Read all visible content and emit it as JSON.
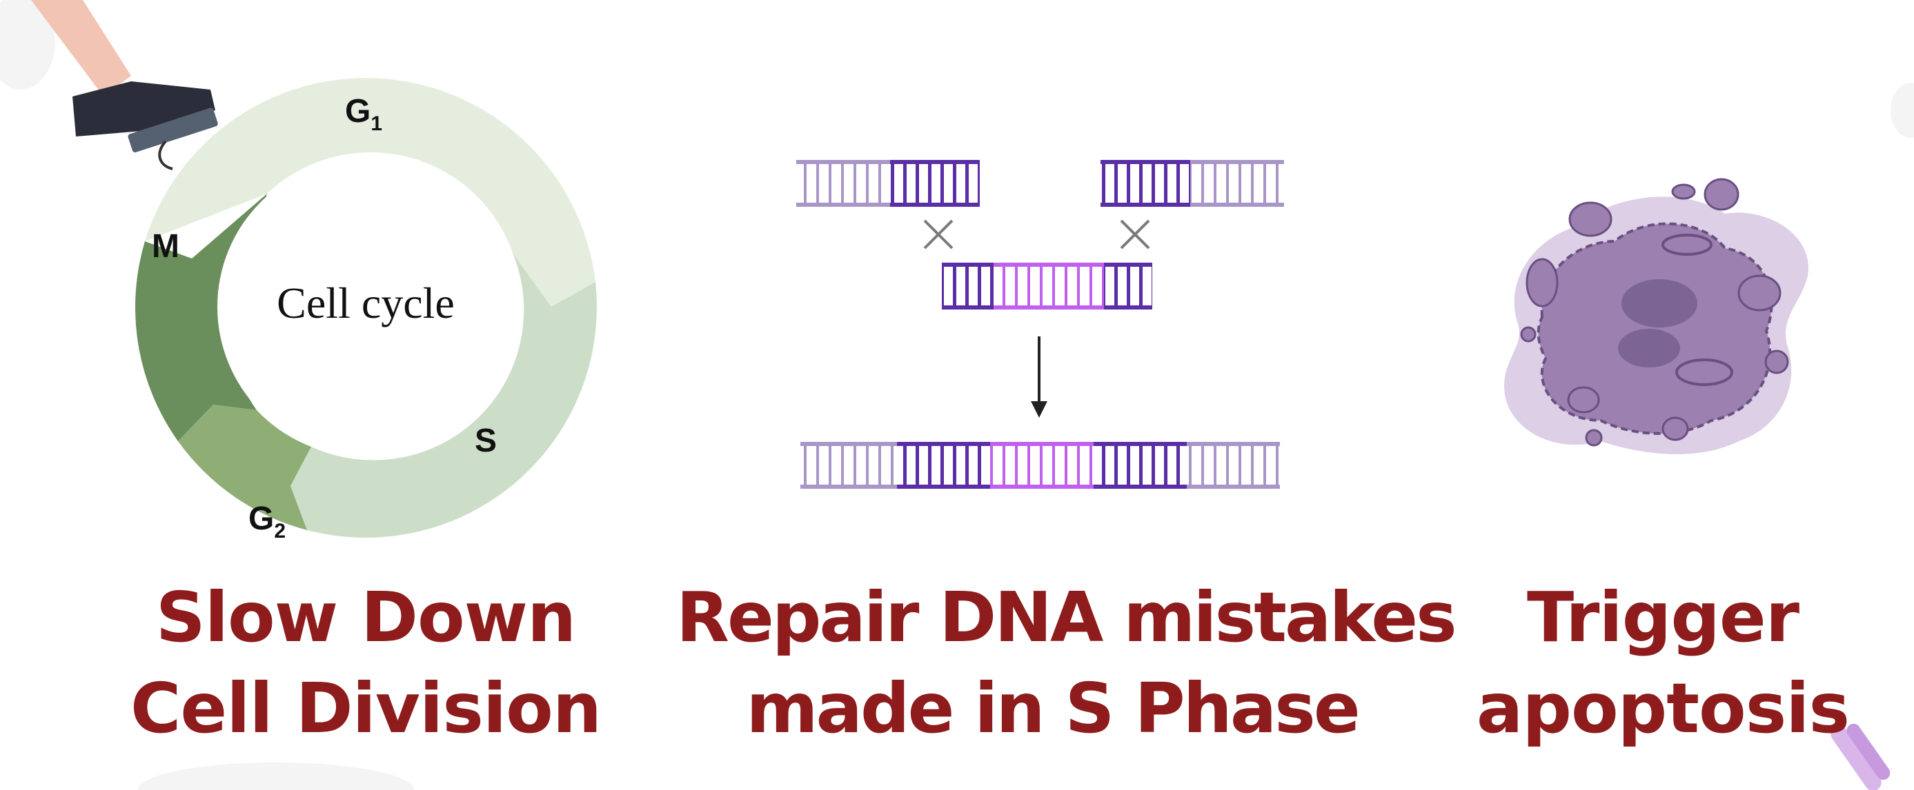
{
  "cell_cycle": {
    "center_label": "Cell cycle",
    "phases": {
      "g1": {
        "base": "G",
        "sub": "1"
      },
      "s": {
        "base": "S"
      },
      "g2": {
        "base": "G",
        "sub": "2"
      },
      "m": {
        "base": "M"
      }
    },
    "colors": {
      "g1": "#e5eede",
      "s": "#cddec8",
      "g2": "#8eae76",
      "m": "#6a8f5c"
    }
  },
  "dna_repair": {
    "colors": {
      "light": "#a996c8",
      "dark": "#5a2ea6",
      "pink": "#c060ee",
      "arrow": "#222222",
      "cross": "#7a7a7a"
    }
  },
  "apoptosis": {
    "colors": {
      "cell": "#9b80b0",
      "halo": "#dccfe6",
      "outline": "#6a5080"
    }
  },
  "captions": {
    "slow_down": {
      "line1": "Slow Down",
      "line2": "Cell Division"
    },
    "repair": {
      "line1": "Repair DNA mistakes",
      "line2": "made in S Phase"
    },
    "apoptosis": {
      "line1": "Trigger",
      "line2": "apoptosis"
    }
  }
}
